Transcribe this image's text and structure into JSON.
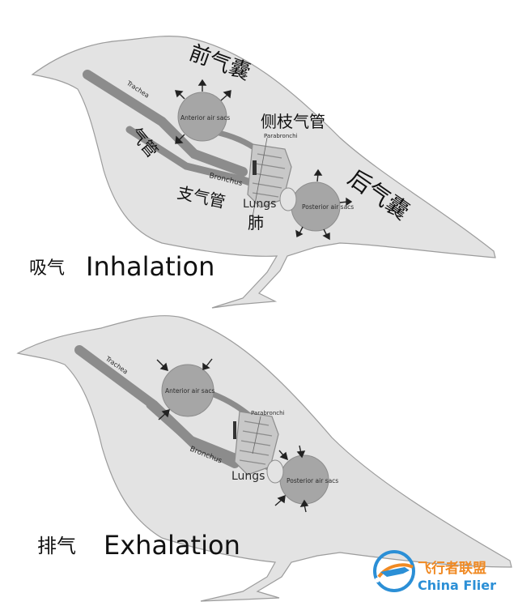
{
  "inhalation": {
    "caption_zh": "吸气",
    "caption_en": "Inhalation",
    "labels": {
      "trachea_en": "Trachea",
      "trachea_zh": "气管",
      "anterior_en": "Anterior air sacs",
      "anterior_zh": "前气囊",
      "parabronchi_en": "Parabronchi",
      "parabronchi_zh": "侧枝气管",
      "bronchus_en": "Bronchus",
      "bronchus_zh": "支气管",
      "lungs_en": "Lungs",
      "lungs_zh": "肺",
      "posterior_en": "Posterior air sacs",
      "posterior_zh": "后气囊"
    }
  },
  "exhalation": {
    "caption_zh": "排气",
    "caption_en": "Exhalation",
    "labels": {
      "trachea_en": "Trachea",
      "anterior_en": "Anterior air sacs",
      "parabronchi_en": "Parabronchi",
      "bronchus_en": "Bronchus",
      "lungs_en": "Lungs",
      "posterior_en": "Posterior air sacs"
    }
  },
  "watermark": {
    "name_zh": "飞行者联盟",
    "name_en": "China Flier"
  },
  "colors": {
    "bird_body": "#e3e3e3",
    "bird_outline": "#9c9c9c",
    "airway": "#8c8c8c",
    "sac": "#a6a6a6",
    "watermark_blue": "#2b8fd6",
    "watermark_orange": "#f08a24"
  }
}
